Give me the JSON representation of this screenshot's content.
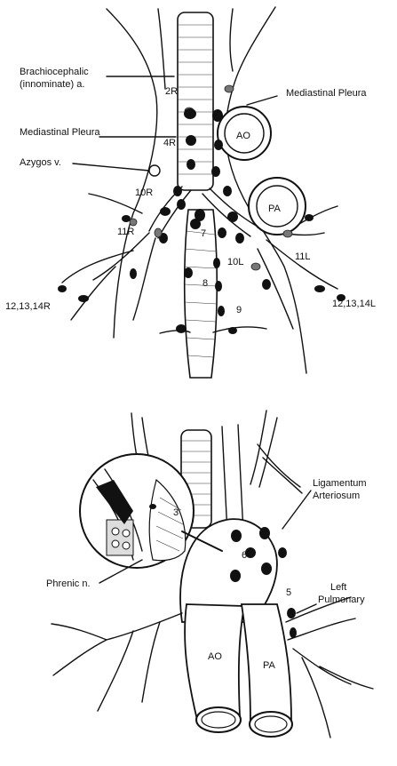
{
  "top_figure": {
    "labels": {
      "brachiocephalic_line1": "Brachiocephalic",
      "brachiocephalic_line2": "(innominate) a.",
      "mediastinal_pleura_right": "Mediastinal Pleura",
      "mediastinal_pleura_left": "Mediastinal Pleura",
      "azygos": "Azygos v.",
      "station_2r": "2R",
      "station_4r": "4R",
      "station_10r": "10R",
      "station_11r": "11R",
      "station_7": "7",
      "station_8": "8",
      "station_9": "9",
      "station_10l": "10L",
      "station_11l": "11L",
      "station_12_14r": "12,13,14R",
      "station_12_14l": "12,13,14L",
      "aorta": "AO",
      "pulmonary_artery": "PA"
    }
  },
  "bottom_figure": {
    "labels": {
      "ligamentum_line1": "Ligamentum",
      "ligamentum_line2": "Arteriosum",
      "left_pulmonary_line1": "Left",
      "left_pulmonary_line2": "Pulmonary",
      "phrenic": "Phrenic n.",
      "station_3": "3",
      "station_5": "5",
      "station_6": "6",
      "aorta": "AO",
      "pulmonary_artery": "PA"
    }
  }
}
